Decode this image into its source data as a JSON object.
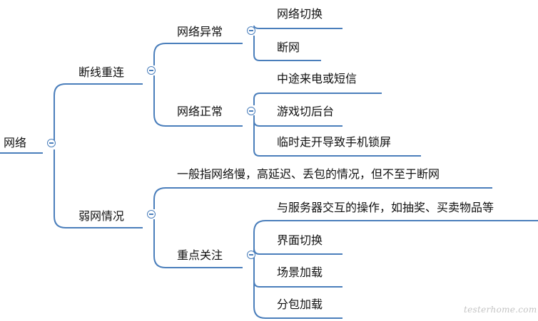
{
  "mindmap": {
    "root": {
      "label": "网络"
    },
    "branch_reconnect": {
      "label": "断线重连",
      "abnormal": {
        "label": "网络异常",
        "items": [
          "网络切换",
          "断网"
        ]
      },
      "normal": {
        "label": "网络正常",
        "items": [
          "中途来电或短信",
          "游戏切后台",
          "临时走开导致手机锁屏"
        ]
      }
    },
    "branch_weak": {
      "label": "弱网情况",
      "description": "一般指网络慢，高延迟、丢包的情况，但不至于断网",
      "focus": {
        "label": "重点关注",
        "items": [
          "与服务器交互的操作，如抽奖、买卖物品等",
          "界面切换",
          "场景加载",
          "分包加载"
        ]
      }
    }
  },
  "colors": {
    "line": "#4a7ebb",
    "text": "#111111"
  },
  "icons": {
    "collapse": "minus-circle-icon"
  },
  "watermark": "testerhome.com"
}
